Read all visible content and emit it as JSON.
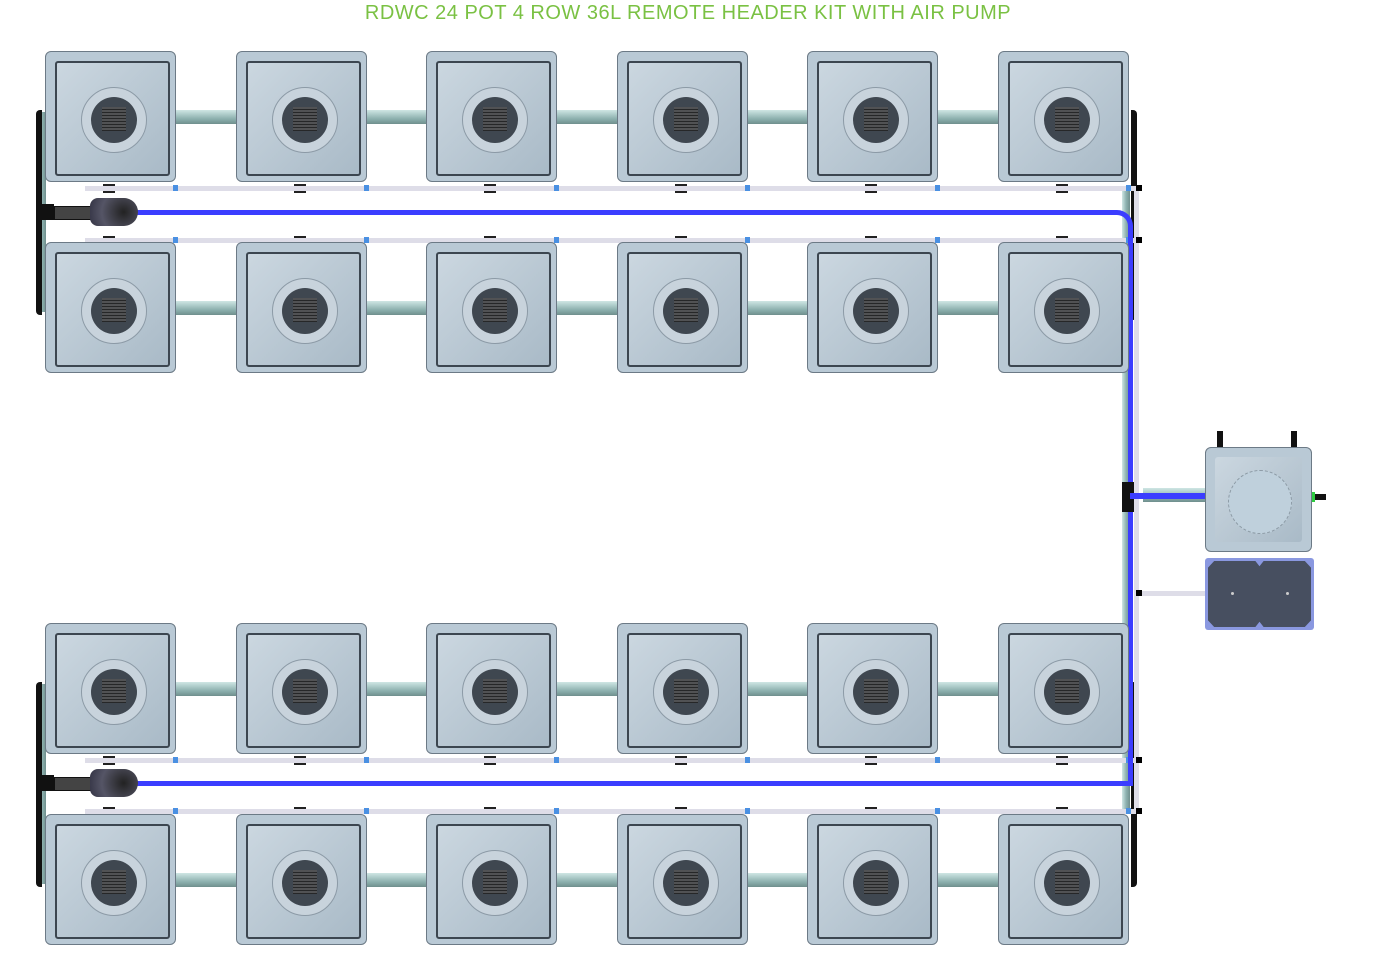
{
  "title": "RDWC 24 POT 4 ROW 36L REMOTE HEADER KIT WITH AIR PUMP",
  "layout": {
    "rows": 4,
    "pots_per_row": 6,
    "total_pots": 24
  },
  "colors": {
    "title": "#7ac143",
    "air_line": "#3b3dff",
    "pot": "#b9c9d5",
    "pipe": "#8fb3b1",
    "air_pump": "#474f60"
  },
  "components": [
    "pot",
    "header-tank",
    "air-pump",
    "air-stone",
    "pipe",
    "air-line"
  ]
}
